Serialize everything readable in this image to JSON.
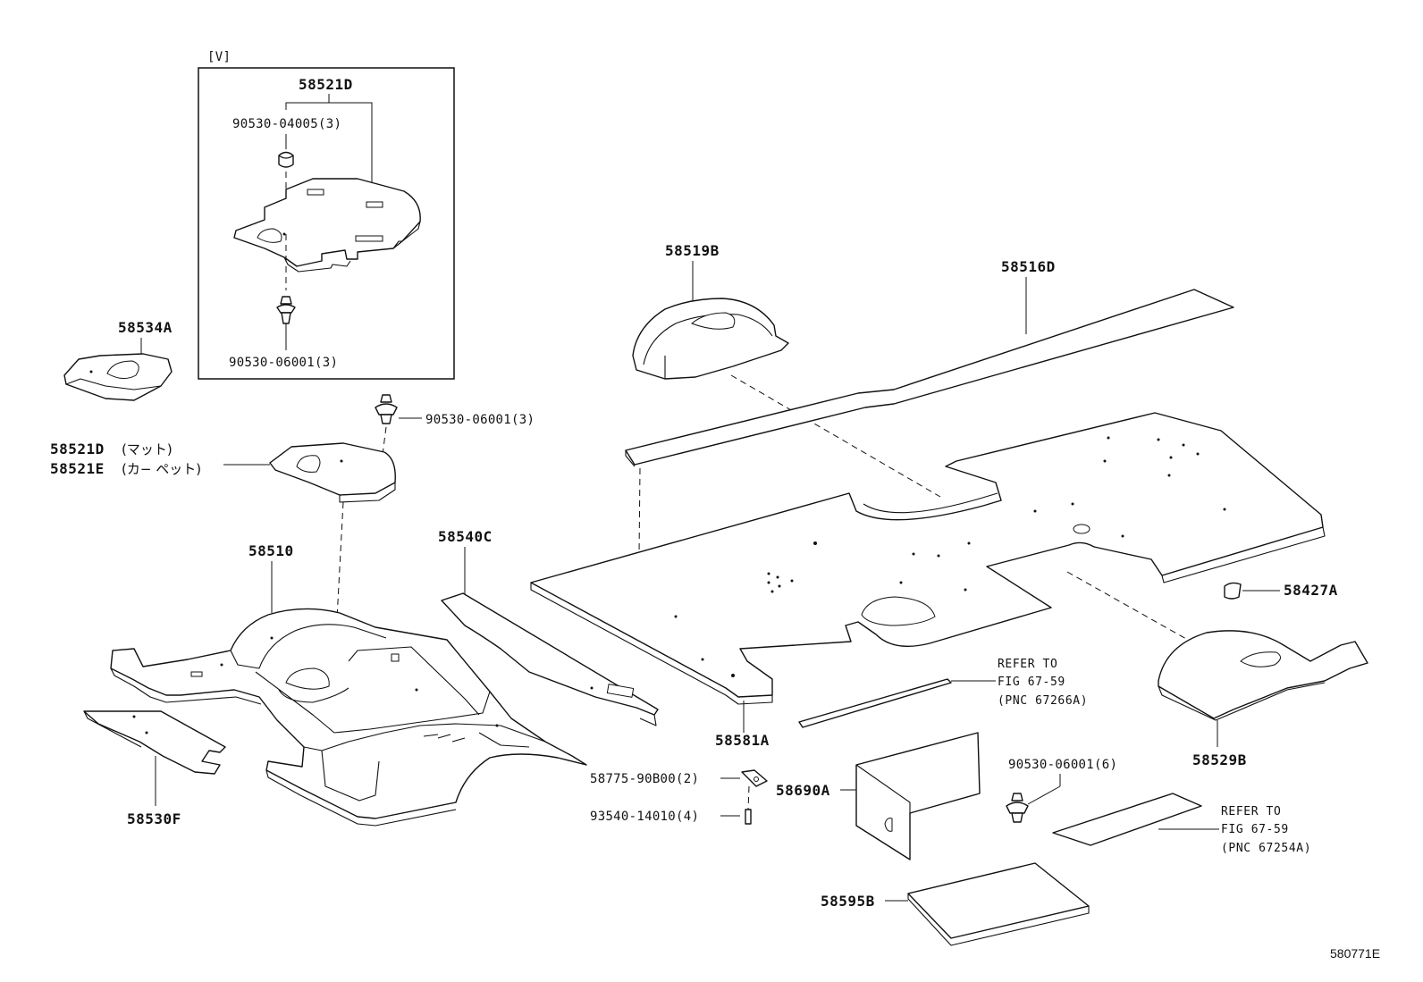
{
  "inset": {
    "tag": "[V]",
    "label_group": "58521D",
    "label_top_fastener": "90530-04005(3)",
    "label_bottom_fastener": "90530-06001(3)"
  },
  "labels": {
    "p58534A": "58534A",
    "p58519B": "58519B",
    "p58516D": "58516D",
    "p90530_06001_3": "90530-06001(3)",
    "p58521D": "58521D",
    "p58521D_jp": "(マット)",
    "p58521E": "58521E",
    "p58521E_jp": "(カ− ペット)",
    "p58510": "58510",
    "p58540C": "58540C",
    "p58427A": "58427A",
    "p58581A": "58581A",
    "p58529B": "58529B",
    "p58530F": "58530F",
    "p58775": "58775-90B00(2)",
    "p93540": "93540-14010(4)",
    "p58690A": "58690A",
    "p90530_06001_6": "90530-06001(6)",
    "p58595B": "58595B"
  },
  "refer1": {
    "line1": "REFER TO",
    "line2": "FIG 67-59",
    "line3": "(PNC 67266A)"
  },
  "refer2": {
    "line1": "REFER TO",
    "line2": "FIG 67-59",
    "line3": "(PNC 67254A)"
  },
  "figure_code": "580771E"
}
